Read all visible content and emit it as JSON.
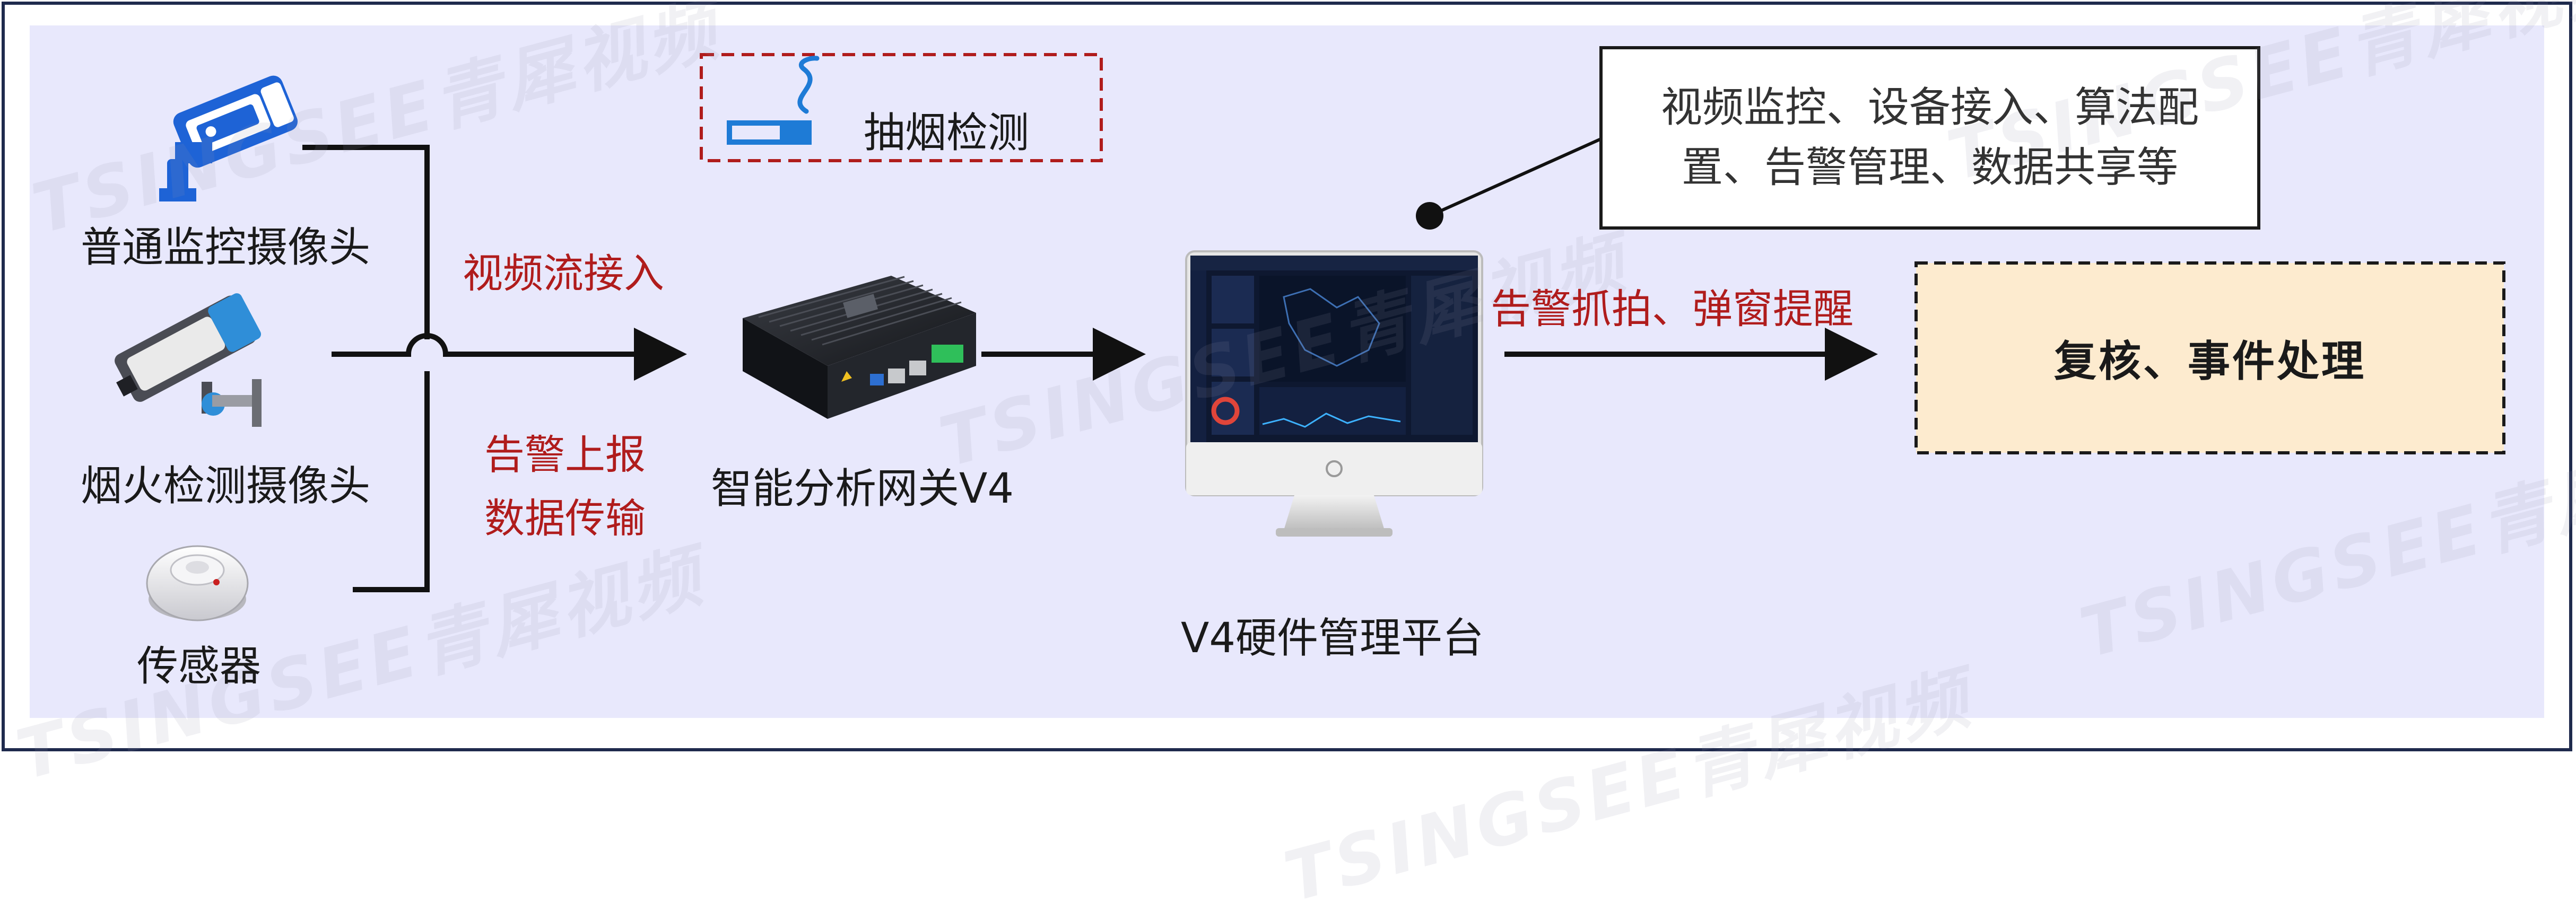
{
  "nodes": {
    "camera_normal": "普通监控摄像头",
    "camera_fire": "烟火检测摄像头",
    "sensor": "传感器",
    "gateway": "智能分析网关V4",
    "platform": "V4硬件管理平台",
    "smoking": "抽烟检测",
    "review": "复核、事件处理"
  },
  "edges": {
    "video_stream": "视频流接入",
    "alarm_report": "告警上报",
    "data_transfer": "数据传输",
    "alarm_popup": "告警抓拍、弹窗提醒"
  },
  "callout": {
    "line1": "视频监控、设备接入、算法配",
    "line2": "置、告警管理、数据共享等"
  },
  "watermark": "TSINGSEE青犀视频",
  "colors": {
    "panel_bg": "#e8e8fc",
    "frame_border": "#1f2a4d",
    "label_red": "#b01c1c",
    "icon_blue": "#1e63d6",
    "review_bg": "#fdebcf"
  }
}
